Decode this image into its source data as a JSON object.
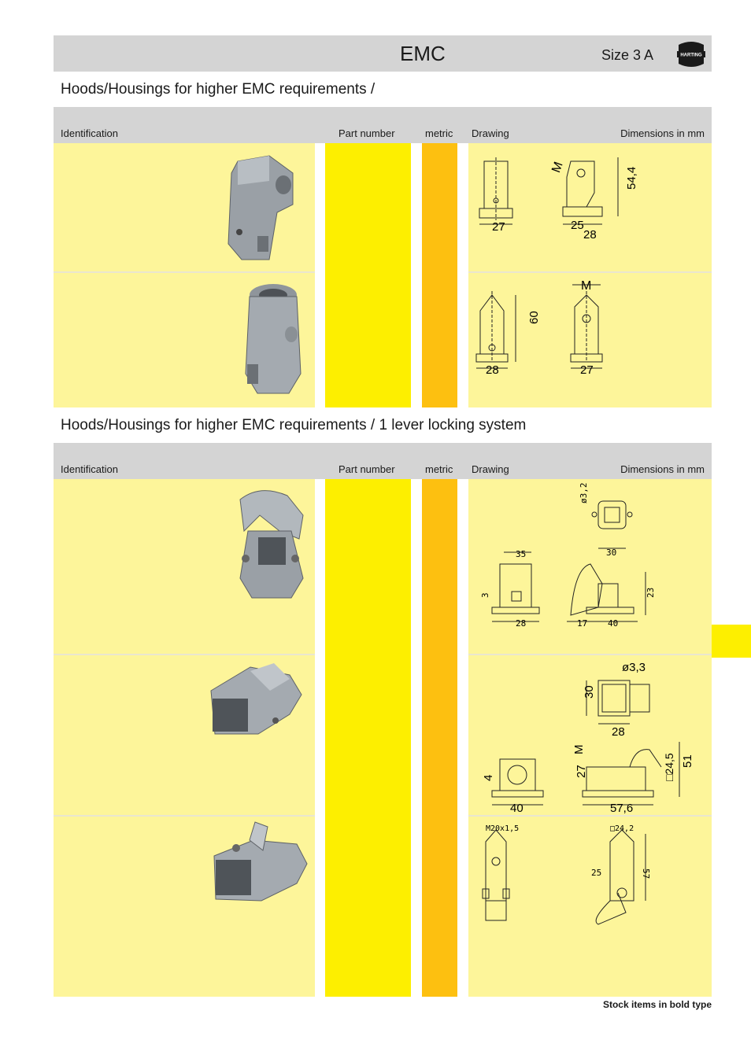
{
  "header": {
    "title": "EMC",
    "size": "Size 3 A",
    "logo_text": "HARTING"
  },
  "section1": {
    "title": "Hoods/Housings for higher EMC requirements /",
    "columns": {
      "identification": "Identification",
      "part_number": "Part number",
      "metric": "metric",
      "drawing": "Drawing",
      "dimensions": "Dimensions in mm"
    },
    "rows": [
      {
        "dims": {
          "width_front": "27",
          "m": "M",
          "d25": "25",
          "d28": "28",
          "h": "54,4"
        }
      },
      {
        "dims": {
          "w1": "28",
          "h": "60",
          "m": "M",
          "w2": "27"
        }
      }
    ]
  },
  "section2": {
    "title": "Hoods/Housings for higher EMC requirements / 1 lever locking system",
    "columns": {
      "identification": "Identification",
      "part_number": "Part number",
      "metric": "metric",
      "drawing": "Drawing",
      "dimensions": "Dimensions in mm"
    },
    "rows": [
      {
        "dims": {
          "hole": "ø3,2",
          "w30": "30",
          "w35": "35",
          "h3": "3",
          "w28": "28",
          "w17": "17",
          "w40": "40",
          "h23": "23"
        }
      },
      {
        "dims": {
          "hole": "ø3,3",
          "h30": "30",
          "w28": "28",
          "h4": "4",
          "w40": "40",
          "h27": "27",
          "m": "M",
          "sq": "□24,5",
          "h51": "51",
          "w57": "57,6"
        }
      },
      {
        "dims": {
          "thread": "M20x1,5",
          "d24": "□24,2",
          "w25": "25",
          "h57": "57"
        }
      }
    ]
  },
  "footer": {
    "note": "Stock items in bold type"
  },
  "colors": {
    "header_grey": "#d4d4d4",
    "pale_yellow": "#fdf59a",
    "yellow": "#fdef00",
    "orange": "#fdc010"
  }
}
